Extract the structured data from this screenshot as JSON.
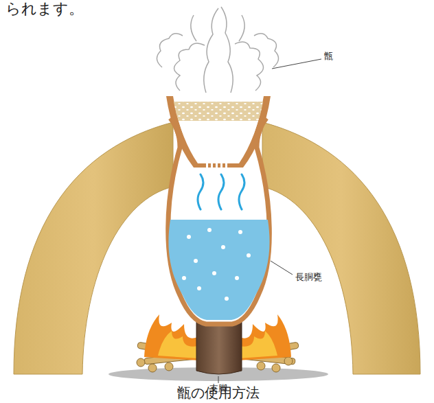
{
  "diagram": {
    "caption": "甑の使用方法",
    "labels": [
      "られます。",
      "甑",
      "長胴甕",
      "支脚"
    ]
  }
}
